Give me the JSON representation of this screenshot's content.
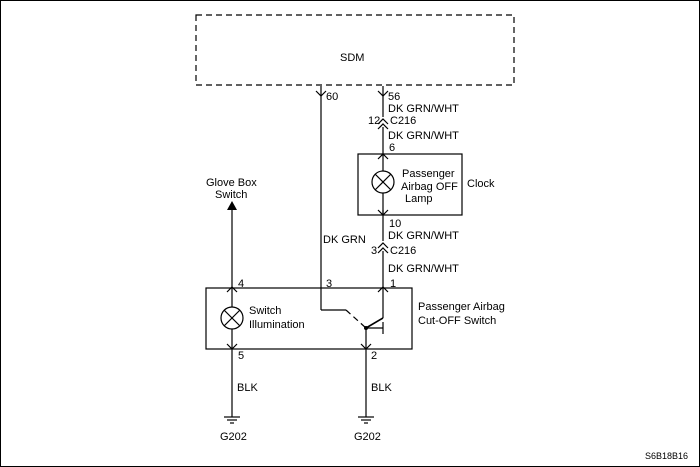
{
  "diagram": {
    "sdm_label": "SDM",
    "pin_60": "60",
    "pin_56": "56",
    "wire_top": "DK GRN/WHT",
    "c216_top_pin": "12",
    "c216_top_label": "C216",
    "wire_mid": "DK GRN/WHT",
    "lamp_pin_6": "6",
    "lamp_line1": "Passenger",
    "lamp_line2": "Airbag OFF",
    "lamp_line3": "Lamp",
    "clock_label": "Clock",
    "lamp_pin_10": "10",
    "wire_lamp_out": "DK GRN/WHT",
    "c216_bot_pin": "3",
    "c216_bot_label": "C216",
    "wire_to_switch": "DK GRN/WHT",
    "wire_dk_grn": "DK GRN",
    "glove_line1": "Glove Box",
    "glove_line2": "Switch",
    "sw_pin_4": "4",
    "sw_pin_3": "3",
    "sw_pin_1": "1",
    "illum_line1": "Switch",
    "illum_line2": "Illumination",
    "cutoff_line1": "Passenger Airbag",
    "cutoff_line2": "Cut-OFF Switch",
    "sw_pin_5": "5",
    "sw_pin_2": "2",
    "blk_left": "BLK",
    "blk_right": "BLK",
    "ground_left": "G202",
    "ground_right": "G202",
    "figure_code": "S6B18B16"
  }
}
